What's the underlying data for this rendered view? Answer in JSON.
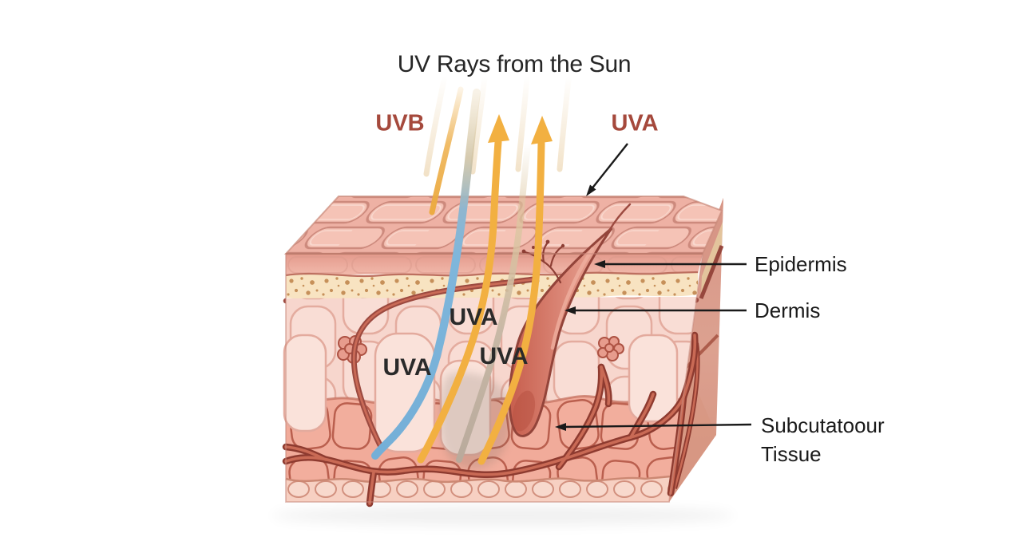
{
  "title": {
    "text": "UV Rays from the Sun"
  },
  "uv_source_labels": {
    "uvb": "UVB",
    "uva": "UVA"
  },
  "inner_ray_labels": {
    "uva_upper": "UVA",
    "uva_middle": "UVA",
    "uva_lower": "UVA"
  },
  "layer_labels": {
    "epidermis": "Epidermis",
    "dermis": "Dermis",
    "subcutaneous_line1": "Subcutatoour",
    "subcutaneous_line2": "Tissue"
  },
  "icons": {
    "uva_pointer": "arrow-down-left",
    "epidermis_pointer": "arrow-left",
    "dermis_pointer": "arrow-left",
    "subcutaneous_pointer": "arrow-left",
    "reflected_uva_rays": "arrow-up"
  },
  "colors": {
    "background": "#FFFFFF",
    "title_text": "#262626",
    "uv_source_label": "#A5493C",
    "layer_label_text": "#1A1A1A",
    "inner_label_text": "#2A2A2A",
    "pointer_arrow": "#1A1A1A",
    "ray_yellow": "#F2B041",
    "ray_blue": "#7FB6DB",
    "ray_faded_tan": "#E6C795",
    "ray_gray": "#BCAD9E",
    "skin_surface": "#F5C3B6",
    "epidermis_band": "#EFB0A3",
    "basal_band": "#F8E3C1",
    "basal_dots": "#C6905A",
    "boundary_line": "#9C4A40",
    "dermis_fill": "#F7D6CD",
    "subcutis_fill": "#F1AB9A",
    "fat_band_fill": "#F7D0C2",
    "vessel": "#8E3B30",
    "hair_follicle": "#D37E70"
  }
}
